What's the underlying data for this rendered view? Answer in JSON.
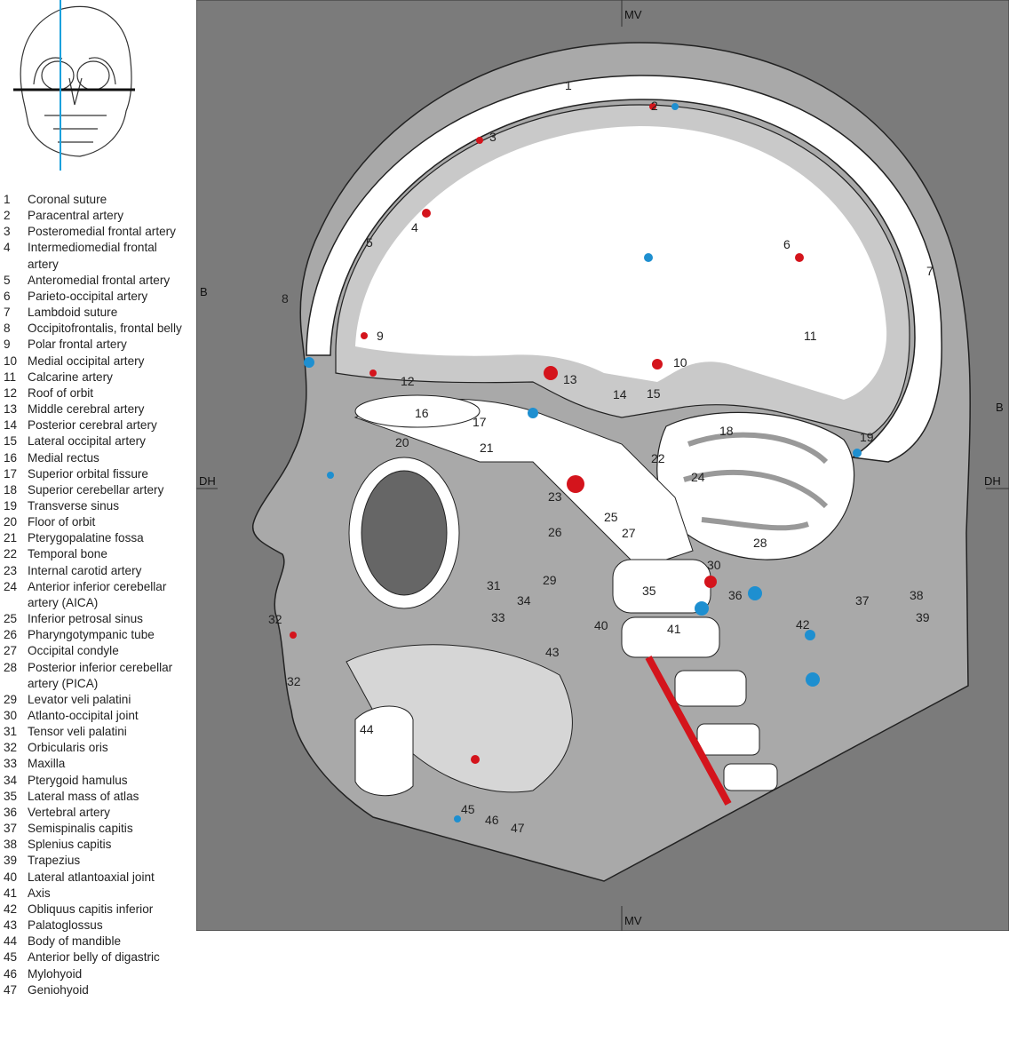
{
  "figure": {
    "edge_labels": {
      "top": "MV",
      "bottom": "MV",
      "left_b": "B",
      "right_b": "B",
      "left_dh": "DH",
      "right_dh": "DH"
    },
    "colors": {
      "artery": "#d4141c",
      "vein": "#1e8fd0",
      "background": "#7b7b7b",
      "tissue": "#a9a9a9",
      "bone": "#ffffff"
    },
    "callouts": [
      "1",
      "2",
      "3",
      "4",
      "5",
      "6",
      "7",
      "8",
      "9",
      "10",
      "11",
      "12",
      "13",
      "14",
      "15",
      "16",
      "17",
      "18",
      "19",
      "20",
      "21",
      "22",
      "23",
      "24",
      "25",
      "26",
      "27",
      "28",
      "29",
      "30",
      "31",
      "32",
      "32",
      "33",
      "34",
      "35",
      "36",
      "37",
      "38",
      "39",
      "40",
      "41",
      "42",
      "43",
      "44",
      "45",
      "46",
      "47"
    ]
  },
  "legend": [
    {
      "n": "1",
      "t": "Coronal suture"
    },
    {
      "n": "2",
      "t": "Paracentral artery"
    },
    {
      "n": "3",
      "t": "Posteromedial frontal artery"
    },
    {
      "n": "4",
      "t": "Intermediomedial frontal artery"
    },
    {
      "n": "5",
      "t": "Anteromedial frontal artery"
    },
    {
      "n": "6",
      "t": "Parieto-occipital artery"
    },
    {
      "n": "7",
      "t": "Lambdoid suture"
    },
    {
      "n": "8",
      "t": "Occipitofrontalis, frontal belly"
    },
    {
      "n": "9",
      "t": "Polar frontal artery"
    },
    {
      "n": "10",
      "t": "Medial occipital artery"
    },
    {
      "n": "11",
      "t": "Calcarine artery"
    },
    {
      "n": "12",
      "t": "Roof of orbit"
    },
    {
      "n": "13",
      "t": "Middle cerebral artery"
    },
    {
      "n": "14",
      "t": "Posterior cerebral artery"
    },
    {
      "n": "15",
      "t": "Lateral occipital artery"
    },
    {
      "n": "16",
      "t": "Medial rectus"
    },
    {
      "n": "17",
      "t": "Superior orbital fissure"
    },
    {
      "n": "18",
      "t": "Superior cerebellar artery"
    },
    {
      "n": "19",
      "t": "Transverse sinus"
    },
    {
      "n": "20",
      "t": "Floor of orbit"
    },
    {
      "n": "21",
      "t": "Pterygopalatine fossa"
    },
    {
      "n": "22",
      "t": "Temporal bone"
    },
    {
      "n": "23",
      "t": "Internal carotid artery"
    },
    {
      "n": "24",
      "t": "Anterior inferior cerebellar artery (AICA)"
    },
    {
      "n": "25",
      "t": "Inferior petrosal sinus"
    },
    {
      "n": "26",
      "t": "Pharyngotympanic tube"
    },
    {
      "n": "27",
      "t": "Occipital condyle"
    },
    {
      "n": "28",
      "t": "Posterior inferior cerebellar artery (PICA)"
    },
    {
      "n": "29",
      "t": "Levator veli palatini"
    },
    {
      "n": "30",
      "t": "Atlanto-occipital joint"
    },
    {
      "n": "31",
      "t": "Tensor veli palatini"
    },
    {
      "n": "32",
      "t": "Orbicularis oris"
    },
    {
      "n": "33",
      "t": "Maxilla"
    },
    {
      "n": "34",
      "t": "Pterygoid hamulus"
    },
    {
      "n": "35",
      "t": "Lateral mass of atlas"
    },
    {
      "n": "36",
      "t": "Vertebral artery"
    },
    {
      "n": "37",
      "t": "Semispinalis capitis"
    },
    {
      "n": "38",
      "t": "Splenius capitis"
    },
    {
      "n": "39",
      "t": "Trapezius"
    },
    {
      "n": "40",
      "t": "Lateral atlantoaxial joint"
    },
    {
      "n": "41",
      "t": "Axis"
    },
    {
      "n": "42",
      "t": "Obliquus capitis inferior"
    },
    {
      "n": "43",
      "t": "Palatoglossus"
    },
    {
      "n": "44",
      "t": "Body of mandible"
    },
    {
      "n": "45",
      "t": "Anterior belly of digastric"
    },
    {
      "n": "46",
      "t": "Mylohyoid"
    },
    {
      "n": "47",
      "t": "Geniohyoid"
    }
  ]
}
